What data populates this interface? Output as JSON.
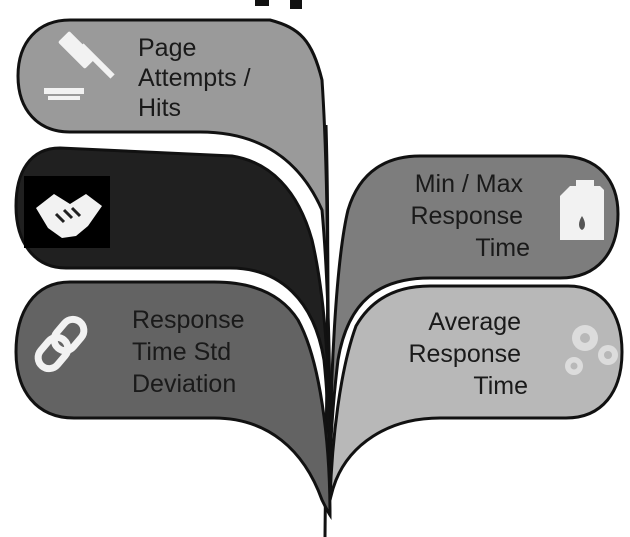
{
  "leaves": [
    {
      "id": "page-attempts",
      "lines": [
        "Page",
        "Attempts /",
        "Hits"
      ],
      "icon": "gavel-icon",
      "fill": "#9a9a9a",
      "text_color": "#1a1a1a"
    },
    {
      "id": "hidden",
      "lines": [],
      "icon": "handshake-icon",
      "fill": "#202020",
      "text_color": "#202020"
    },
    {
      "id": "response-time-std",
      "lines": [
        "Response",
        "Time Std",
        "Deviation"
      ],
      "icon": "chain-link-icon",
      "fill": "#636363",
      "text_color": "#1a1a1a"
    },
    {
      "id": "min-max-response",
      "lines": [
        "Min / Max",
        "Response",
        "Time"
      ],
      "icon": "fuel-can-icon",
      "fill": "#7d7d7d",
      "text_color": "#1a1a1a"
    },
    {
      "id": "average-response",
      "lines": [
        "Average",
        "Response",
        "Time"
      ],
      "icon": "gears-icon",
      "fill": "#b8b8b8",
      "text_color": "#1a1a1a"
    }
  ],
  "colors": {
    "stem": "#111111",
    "outline": "#111111",
    "icon_light": "#f2f2f2",
    "icon_box": "#000000"
  }
}
